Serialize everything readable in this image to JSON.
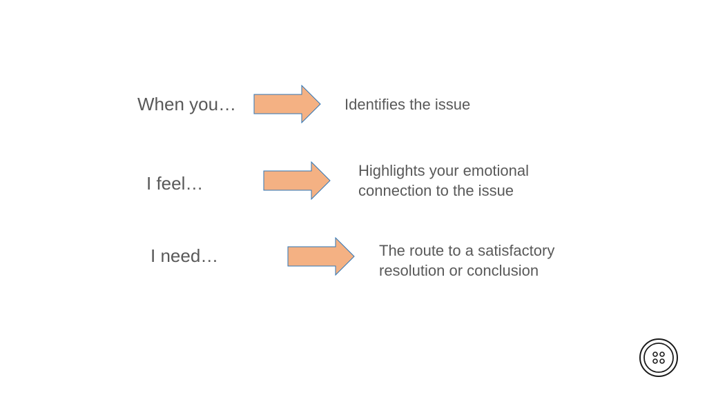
{
  "rows": [
    {
      "lead": "When you…",
      "description": "Identifies the issue"
    },
    {
      "lead": "I feel…",
      "description": "Highlights your emotional connection to the issue"
    },
    {
      "lead": "I need…",
      "description": "The route to a satisfactory resolution or conclusion"
    }
  ],
  "colors": {
    "arrow_fill": "#F4B183",
    "arrow_stroke": "#2E75B6",
    "text": "#595959"
  },
  "icons": {
    "arrow": "right-arrow-icon",
    "badge": "button-icon"
  }
}
